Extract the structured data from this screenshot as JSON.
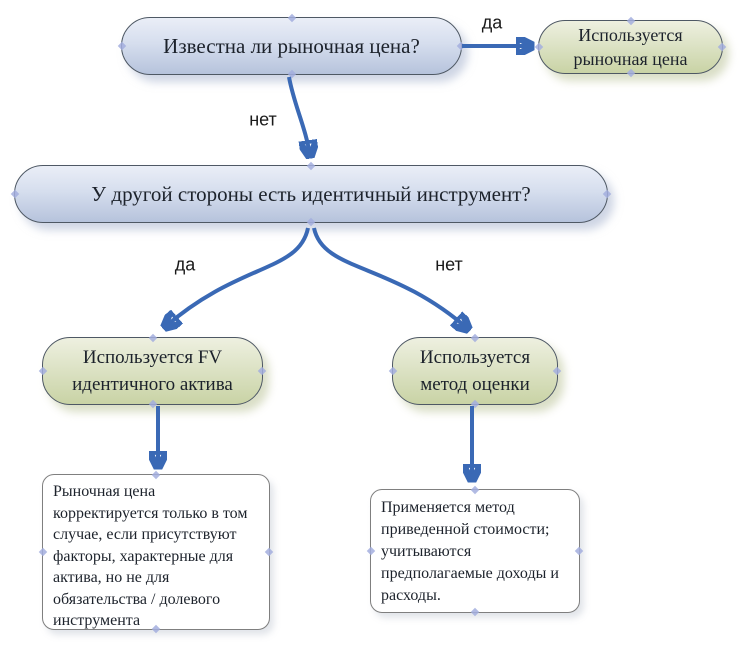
{
  "flowchart": {
    "q_market_price": {
      "text": "Известна ли рыночная цена?"
    },
    "r_market_price": {
      "lines": [
        "Используется",
        "рыночная цена"
      ]
    },
    "q_identical_instrument": {
      "text": "У другой стороны есть идентичный инструмент?"
    },
    "r_fv_identical_asset": {
      "lines": [
        "Используется FV",
        "идентичного актива"
      ]
    },
    "r_valuation_method": {
      "lines": [
        "Используется",
        "метод оценки"
      ]
    },
    "note_price_adjustment": {
      "text": "Рыночная цена корректируется только в том случае, если присутствуют факторы, характерные для актива, но не для обязательства / долевого инструмента"
    },
    "note_present_value": {
      "text": "Применяется метод приведенной стоимости; учитываются предполагаемые доходы и расходы."
    },
    "edge_labels": {
      "yes_top": "да",
      "no_top": "нет",
      "yes_branch": "да",
      "no_branch": "нет"
    },
    "colors": {
      "arrow": "#3a69b5",
      "decision_fill_bottom": "#b6c3dc",
      "result_fill_bottom": "#c9d3a5",
      "handle": "#a3aede"
    }
  }
}
